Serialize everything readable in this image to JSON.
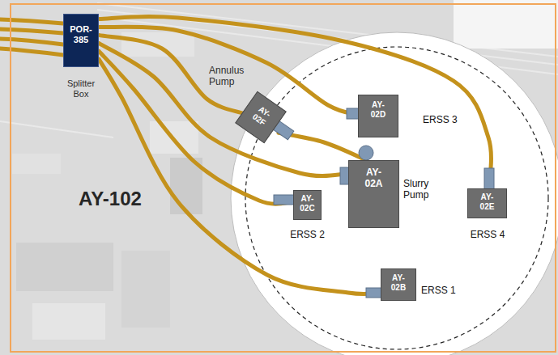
{
  "diagram": {
    "nodes": [
      {
        "text": [
          "POR-385",
          "Splitter Box"
        ]
      },
      {
        "text": [
          "Annulus Pump",
          "AY-02F"
        ]
      },
      {
        "text": [
          "AY-02D",
          "ERSS 3"
        ]
      },
      {
        "text": [
          "AY-02A",
          "Slurry Pump"
        ]
      },
      {
        "text": [
          "AY-02C",
          "ERSS 2"
        ]
      },
      {
        "text": [
          "AY-02E",
          "ERSS 4"
        ]
      },
      {
        "text": [
          "AY-02B",
          "ERSS 1"
        ]
      }
    ],
    "edges": [
      {
        "from": 0,
        "to": 5,
        "arrow": "none"
      },
      {
        "from": 0,
        "to": 2,
        "arrow": "none"
      },
      {
        "from": 0,
        "to": 1,
        "arrow": "none"
      },
      {
        "from": 0,
        "to": 3,
        "arrow": "none"
      },
      {
        "from": 0,
        "to": 4,
        "arrow": "none"
      },
      {
        "from": 0,
        "to": 6,
        "arrow": "none"
      },
      {
        "from": 1,
        "to": 3,
        "arrow": "none"
      }
    ],
    "labels": [
      "AY-102"
    ]
  }
}
